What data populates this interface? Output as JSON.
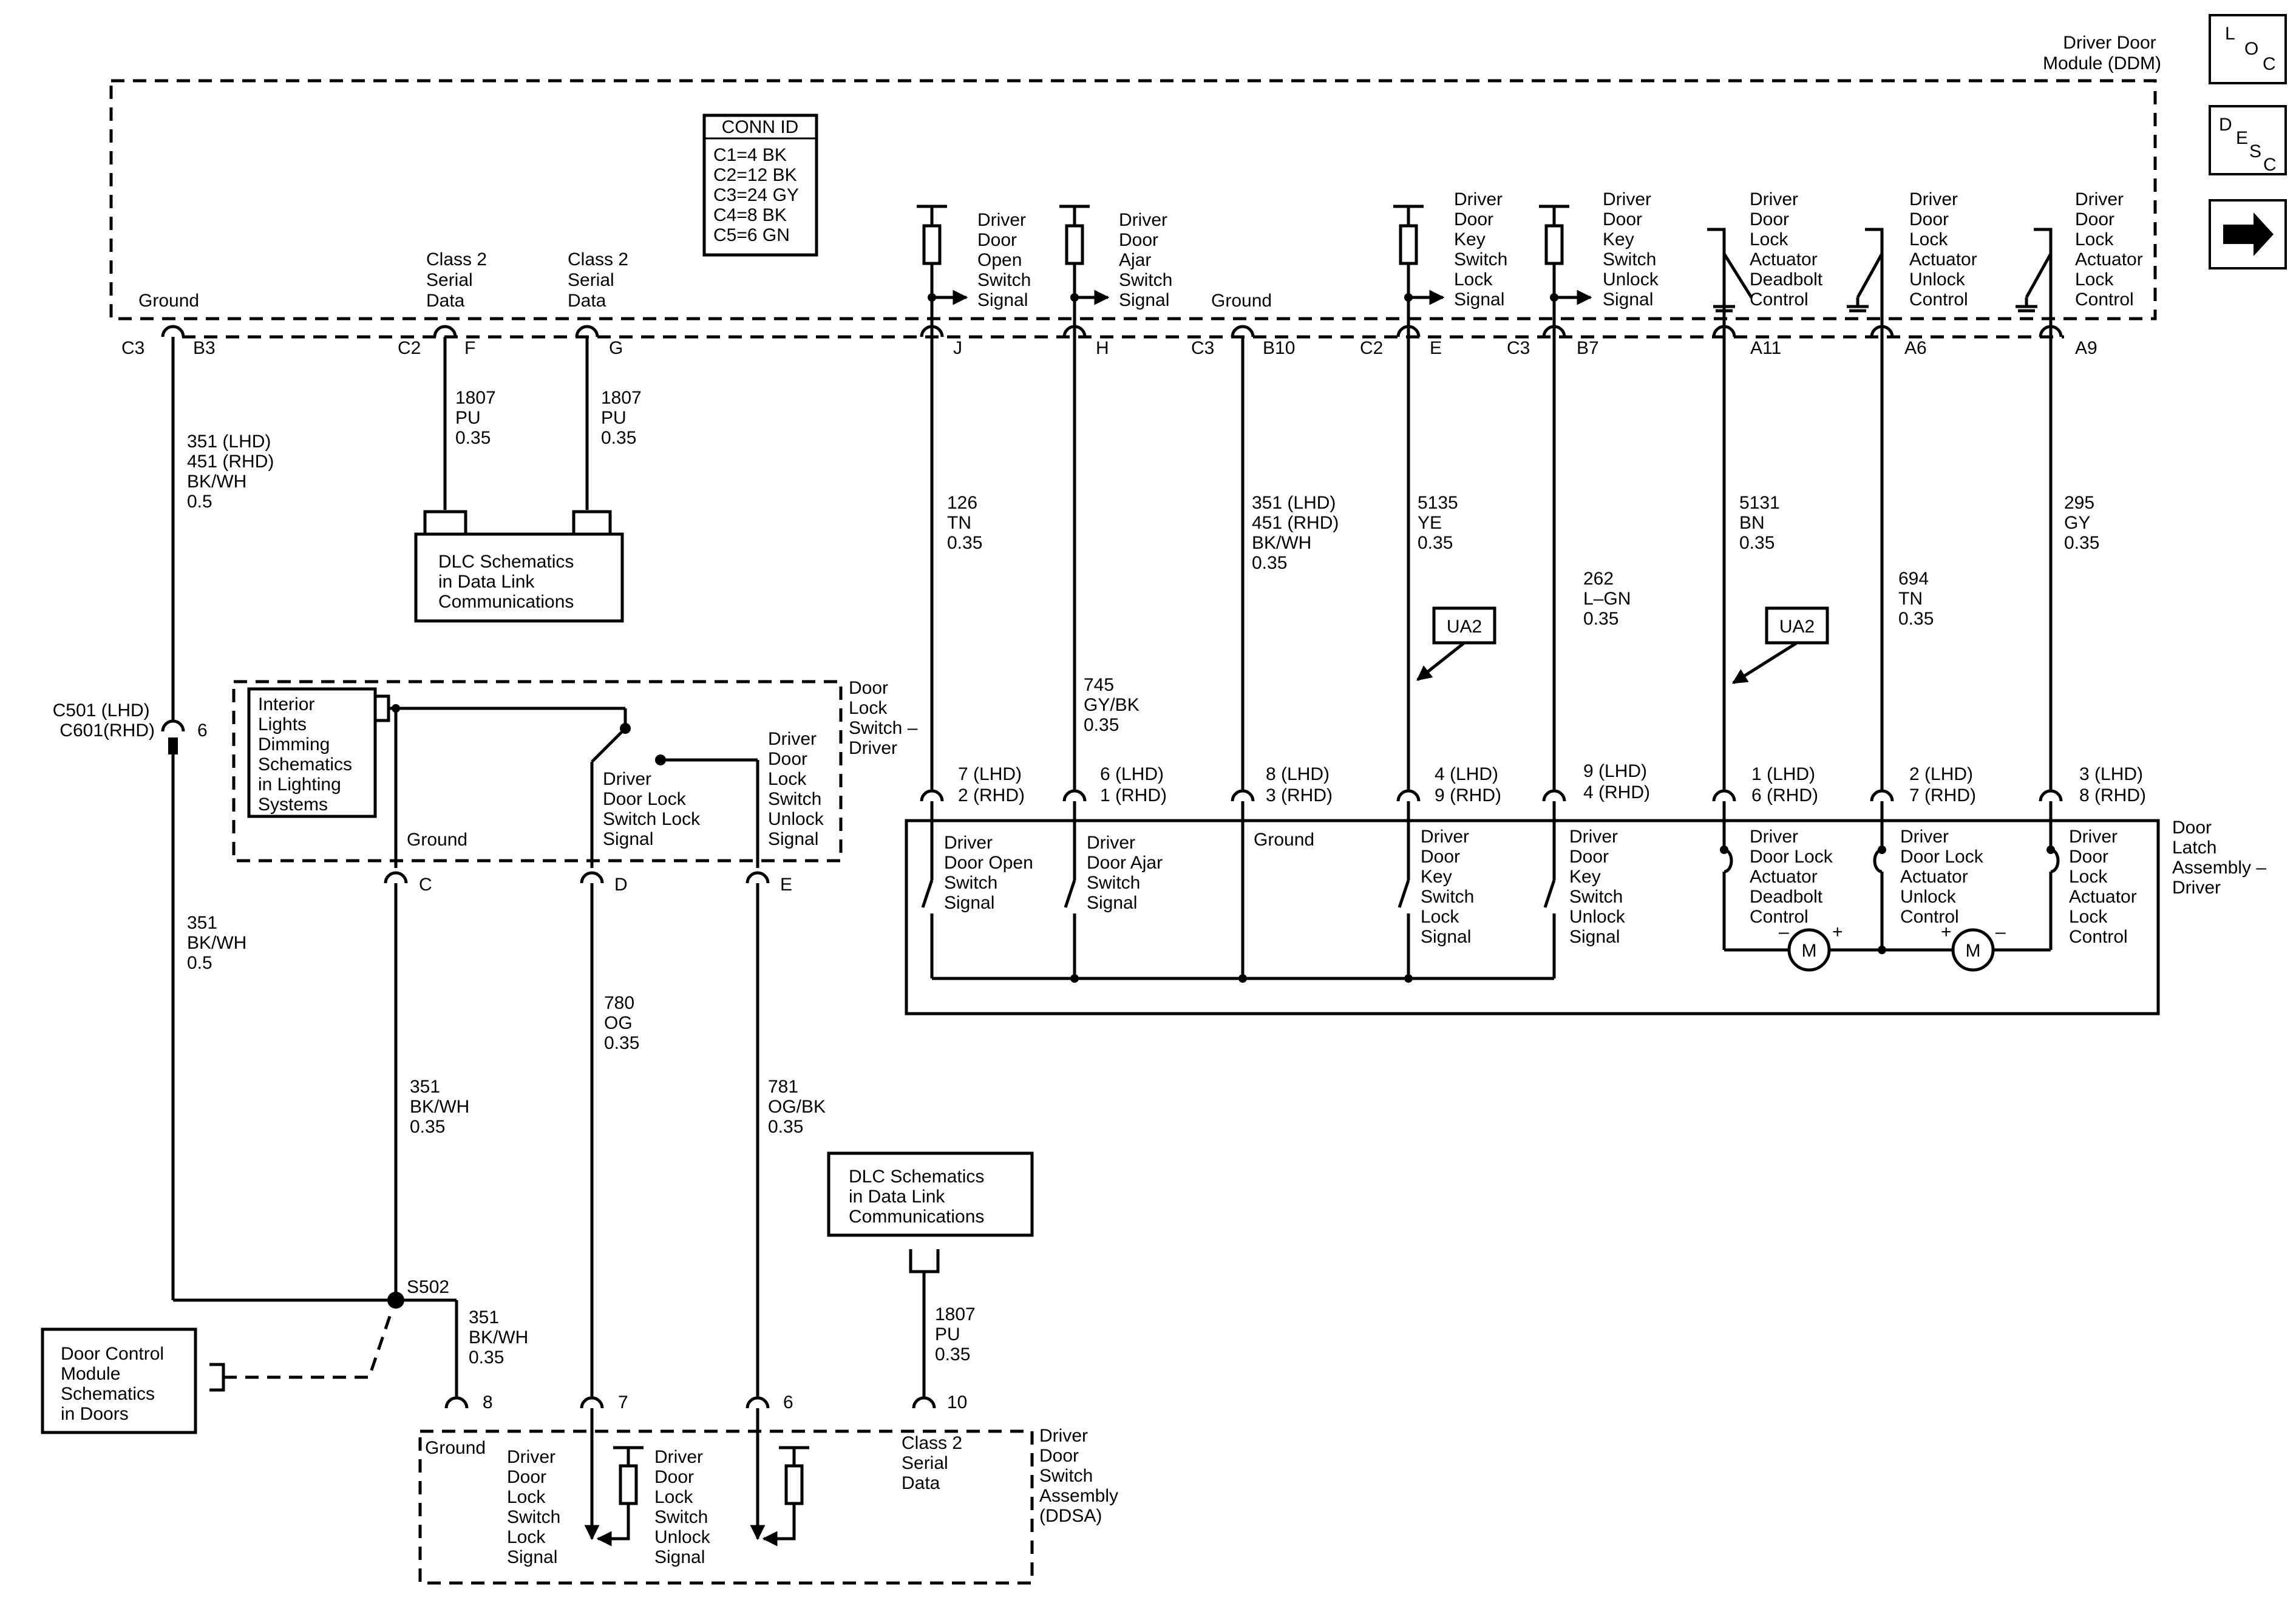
{
  "module": {
    "name_lines": [
      "Driver Door",
      "Module (DDM)"
    ]
  },
  "conn_id": {
    "title": "CONN ID",
    "rows": [
      "C1=4 BK",
      "C2=12 BK",
      "C3=24 GY",
      "C4=8 BK",
      "C5=6 GN"
    ]
  },
  "nav": {
    "loc": [
      "L",
      "O",
      "C"
    ],
    "desc": [
      "D",
      "E",
      "S",
      "C"
    ],
    "next": "next-arrow"
  },
  "ddm_labels": {
    "ground_left": [
      "Ground"
    ],
    "class2_f": [
      "Class 2",
      "Serial",
      "Data"
    ],
    "class2_g": [
      "Class 2",
      "Serial",
      "Data"
    ],
    "open": [
      "Driver",
      "Door",
      "Open",
      "Switch",
      "Signal"
    ],
    "ajar": [
      "Driver",
      "Door",
      "Ajar",
      "Switch",
      "Signal"
    ],
    "ground_mid": [
      "Ground"
    ],
    "key_lock": [
      "Driver",
      "Door",
      "Key",
      "Switch",
      "Lock",
      "Signal"
    ],
    "key_unlock": [
      "Driver",
      "Door",
      "Key",
      "Switch",
      "Unlock",
      "Signal"
    ],
    "deadbolt": [
      "Driver",
      "Door",
      "Lock",
      "Actuator",
      "Deadbolt",
      "Control"
    ],
    "act_unlock": [
      "Driver",
      "Door",
      "Lock",
      "Actuator",
      "Unlock",
      "Control"
    ],
    "act_lock": [
      "Driver",
      "Door",
      "Lock",
      "Actuator",
      "Lock",
      "Control"
    ]
  },
  "connectors": {
    "c3_b3": {
      "conn": "C3",
      "pin": "B3"
    },
    "c2_f": {
      "conn": "C2",
      "pin": "F"
    },
    "g": {
      "pin": "G"
    },
    "j": {
      "pin": "J"
    },
    "h": {
      "pin": "H"
    },
    "c3_b10": {
      "conn": "C3",
      "pin": "B10"
    },
    "c2_e": {
      "conn": "C2",
      "pin": "E"
    },
    "c3_b7": {
      "conn": "C3",
      "pin": "B7"
    },
    "a11": {
      "pin": "A11"
    },
    "a6": {
      "pin": "A6"
    },
    "a9": {
      "pin": "A9"
    }
  },
  "wires": {
    "b3": [
      "351 (LHD)",
      "451 (RHD)",
      "BK/WH",
      "0.5"
    ],
    "f": [
      "1807",
      "PU",
      "0.35"
    ],
    "g": [
      "1807",
      "PU",
      "0.35"
    ],
    "j": [
      "126",
      "TN",
      "0.35"
    ],
    "h": [
      "745",
      "GY/BK",
      "0.35"
    ],
    "b10": [
      "351 (LHD)",
      "451 (RHD)",
      "BK/WH",
      "0.35"
    ],
    "e": [
      "5135",
      "YE",
      "0.35"
    ],
    "b7": [
      "262",
      "L–GN",
      "0.35"
    ],
    "a11": [
      "5131",
      "BN",
      "0.35"
    ],
    "a6": [
      "694",
      "TN",
      "0.35"
    ],
    "a9": [
      "295",
      "GY",
      "0.35"
    ],
    "lower_351": [
      "351",
      "BK/WH",
      "0.5"
    ],
    "ground_c": [
      "351",
      "BK/WH",
      "0.35"
    ],
    "d": [
      "780",
      "OG",
      "0.35"
    ],
    "e_lock": [
      "781",
      "OG/BK",
      "0.35"
    ],
    "s502": [
      "351",
      "BK/WH",
      "0.35"
    ],
    "p10": [
      "1807",
      "PU",
      "0.35"
    ]
  },
  "dlc_top": [
    "DLC Schematics",
    "in Data Link",
    "Communications"
  ],
  "dlc_bottom": [
    "DLC Schematics",
    "in Data Link",
    "Communications"
  ],
  "inline_conn": {
    "lines": [
      "C501 (LHD)",
      "C601(RHD)"
    ],
    "pin": "6"
  },
  "ua2": "UA2",
  "lock_switch": {
    "name": [
      "Door",
      "Lock",
      "Switch –",
      "Driver"
    ],
    "interior": [
      "Interior",
      "Lights",
      "Dimming",
      "Schematics",
      "in Lighting",
      "Systems"
    ],
    "ground": "Ground",
    "lock_signal": [
      "Driver",
      "Door Lock",
      "Switch Lock",
      "Signal"
    ],
    "unlock_signal": [
      "Driver",
      "Door",
      "Lock",
      "Switch",
      "Unlock",
      "Signal"
    ],
    "pins": [
      "C",
      "D",
      "E"
    ]
  },
  "latch": {
    "name": [
      "Door",
      "Latch",
      "Assembly –",
      "Driver"
    ],
    "pins": [
      [
        "7 (LHD)",
        "2 (RHD)"
      ],
      [
        "6 (LHD)",
        "1 (RHD)"
      ],
      [
        "8 (LHD)",
        "3 (RHD)"
      ],
      [
        "4 (LHD)",
        "9 (RHD)"
      ],
      [
        "9 (LHD)",
        "4 (RHD)"
      ],
      [
        "1 (LHD)",
        "6 (RHD)"
      ],
      [
        "2 (LHD)",
        "7 (RHD)"
      ],
      [
        "3 (LHD)",
        "8 (RHD)"
      ]
    ],
    "labels": {
      "open": [
        "Driver",
        "Door Open",
        "Switch",
        "Signal"
      ],
      "ajar": [
        "Driver",
        "Door Ajar",
        "Switch",
        "Signal"
      ],
      "ground": [
        "Ground"
      ],
      "key_lock": [
        "Driver",
        "Door",
        "Key",
        "Switch",
        "Lock",
        "Signal"
      ],
      "key_unlock": [
        "Driver",
        "Door",
        "Key",
        "Switch",
        "Unlock",
        "Signal"
      ],
      "deadbolt": [
        "Driver",
        "Door Lock",
        "Actuator",
        "Deadbolt",
        "Control"
      ],
      "unlock": [
        "Driver",
        "Door Lock",
        "Actuator",
        "Unlock",
        "Control"
      ],
      "lock": [
        "Driver",
        "Door",
        "Lock",
        "Actuator",
        "Lock",
        "Control"
      ]
    },
    "motor": "M",
    "minus": "–",
    "plus": "+"
  },
  "dcm_box": [
    "Door Control",
    "Module",
    "Schematics",
    "in Doors"
  ],
  "splice": "S502",
  "ddsa": {
    "name": [
      "Driver",
      "Door",
      "Switch",
      "Assembly",
      "(DDSA)"
    ],
    "pins": [
      "8",
      "7",
      "6",
      "10"
    ],
    "ground": "Ground",
    "lock": [
      "Driver",
      "Door",
      "Lock",
      "Switch",
      "Lock",
      "Signal"
    ],
    "unlock": [
      "Driver",
      "Door",
      "Lock",
      "Switch",
      "Unlock",
      "Signal"
    ],
    "class2": [
      "Class 2",
      "Serial",
      "Data"
    ]
  }
}
